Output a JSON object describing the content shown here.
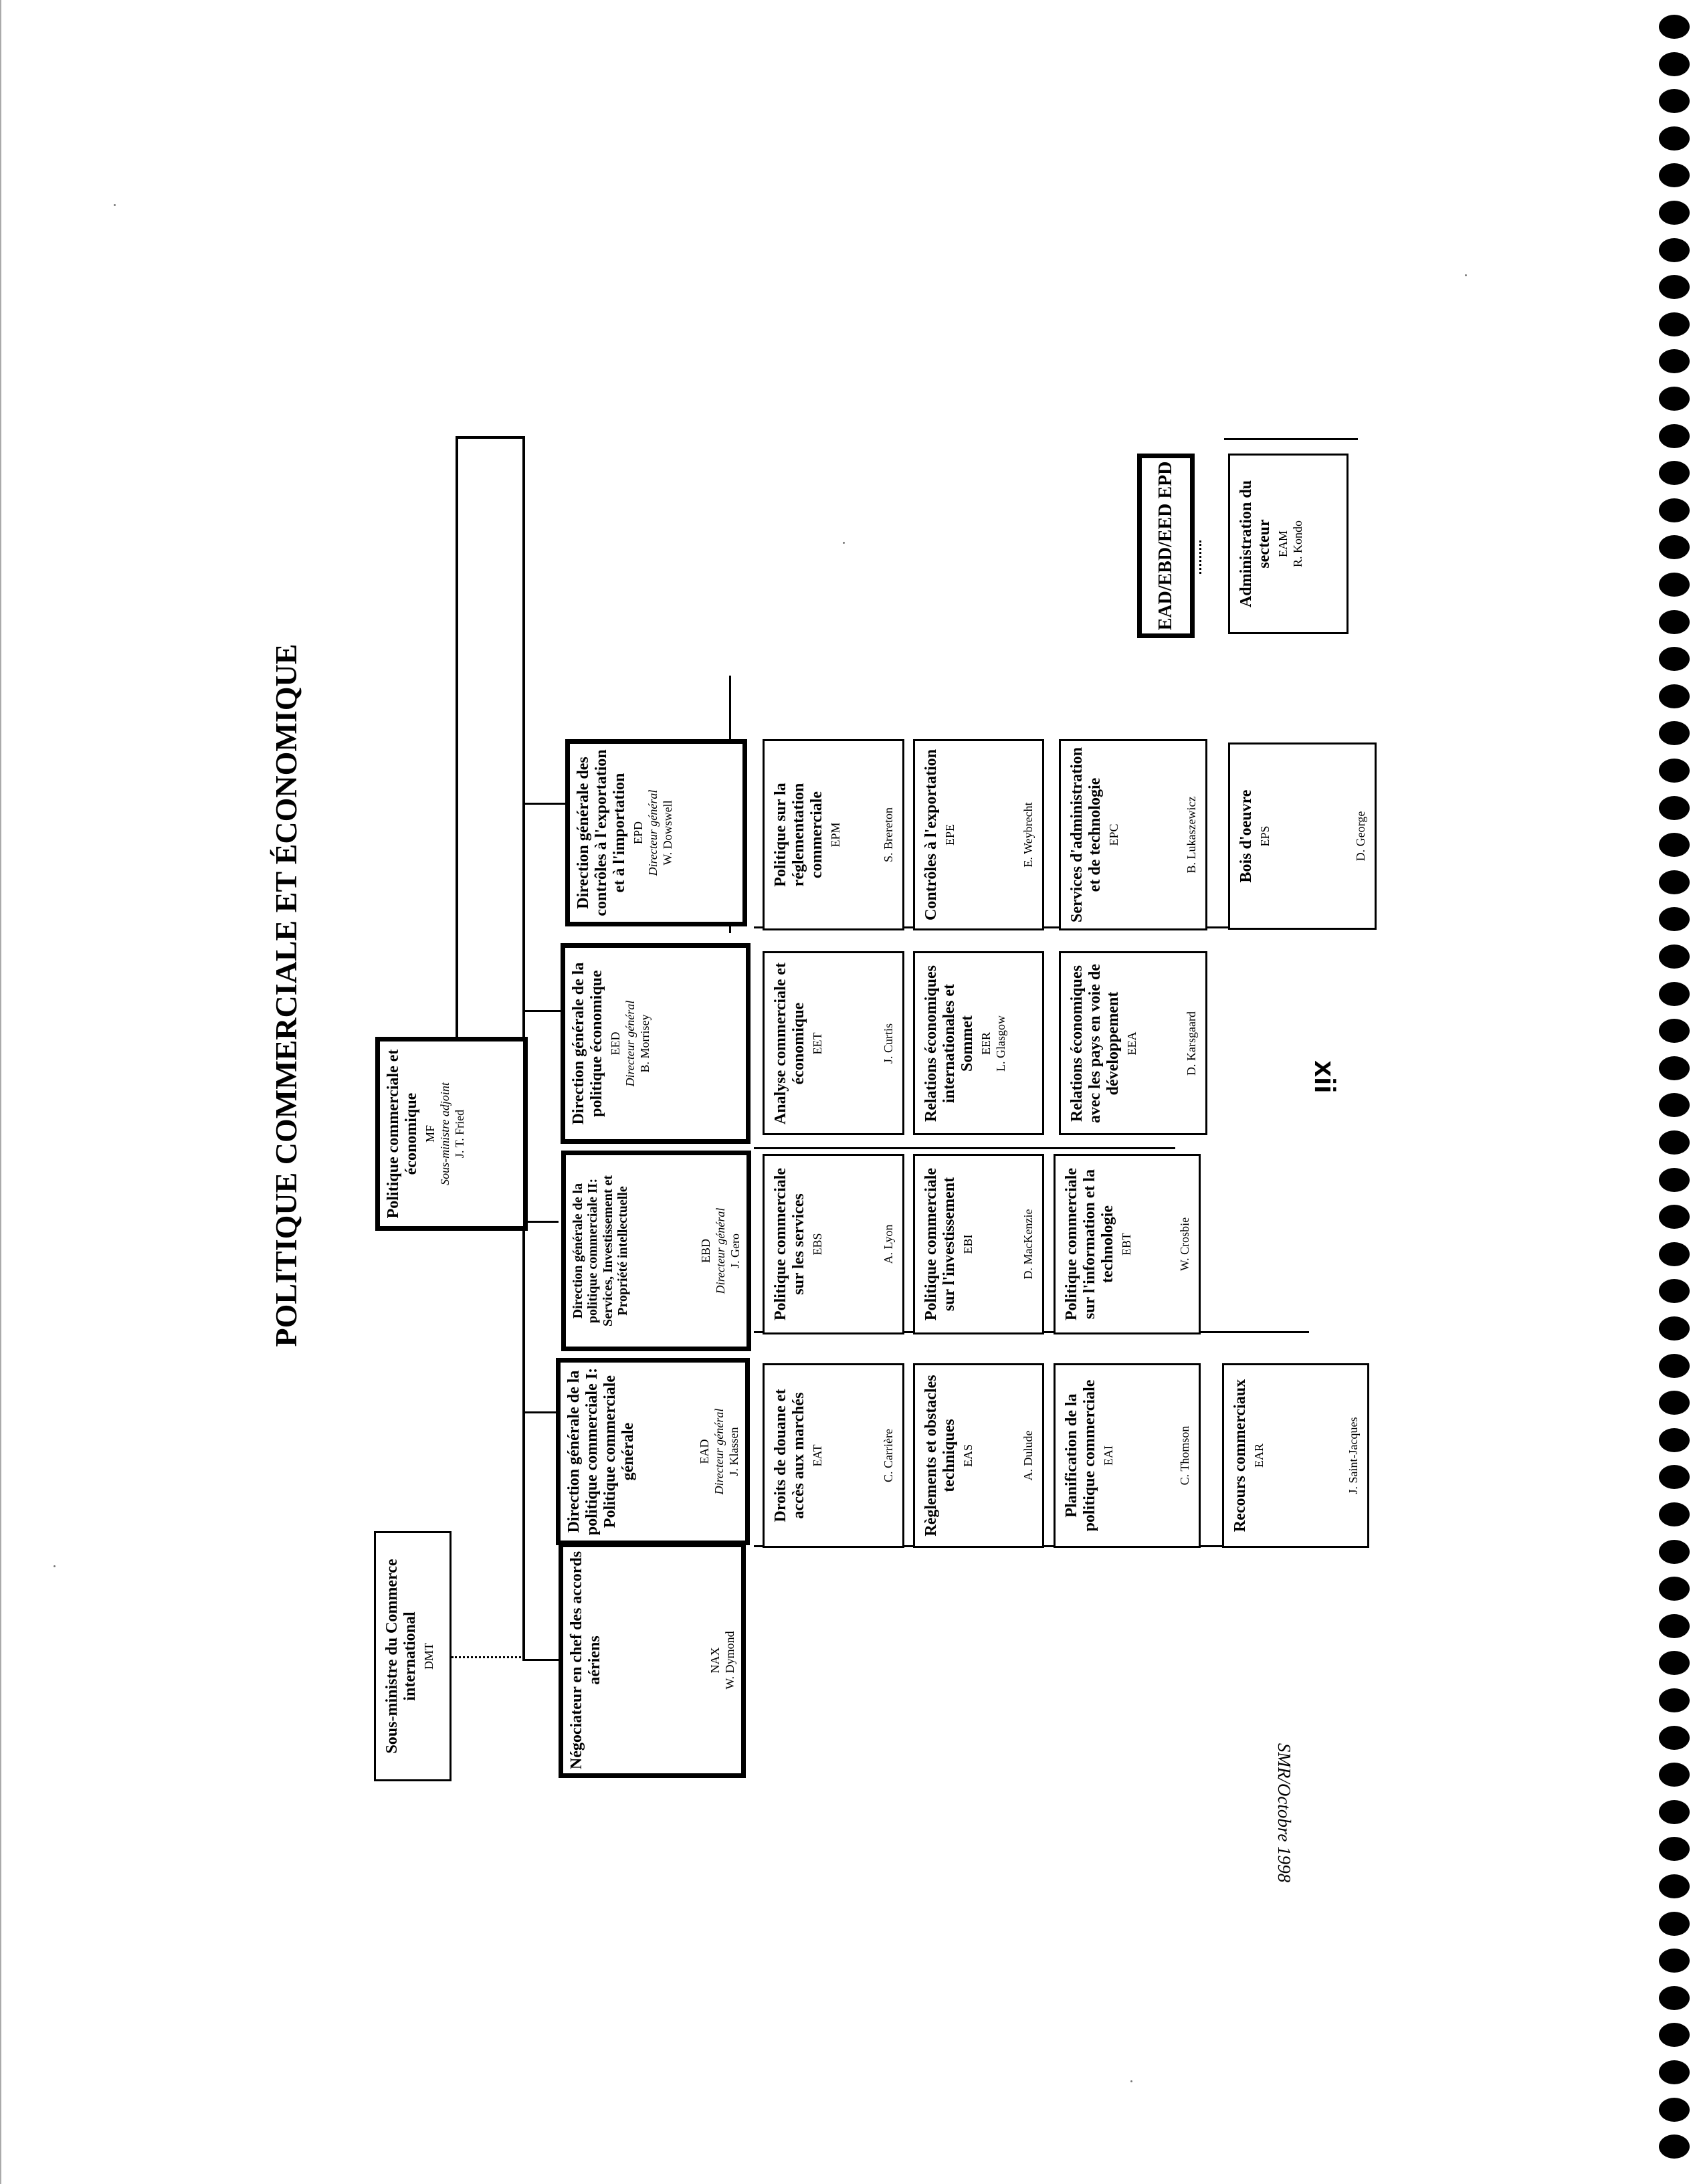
{
  "document": {
    "title": "POLITIQUE COMMERCIALE ET ÉCONOMIQUE",
    "date_footer": "SMR/Octobre 1998",
    "page_number": "xii"
  },
  "org": {
    "dmt": {
      "title": "Sous-ministre du Commerce international",
      "code": "DMT"
    },
    "mf": {
      "title": "Politique commerciale et économique",
      "code": "MF",
      "role": "Sous-ministre adjoint",
      "person": "J. T. Fried"
    },
    "nax": {
      "title": "Négociateur en chef des accords aériens",
      "code": "NAX",
      "person": "W. Dymond"
    },
    "ead": {
      "title": "Direction générale de la politique commerciale I: Politique commerciale générale",
      "code": "EAD",
      "role": "Directeur général",
      "person": "J. Klassen"
    },
    "ebd": {
      "title": "Direction générale de la politique commerciale II: Services, Investissement et Propriété intellectuelle",
      "code": "EBD",
      "role": "Directeur général",
      "person": "J. Gero"
    },
    "eed": {
      "title": "Direction générale de la politique économique",
      "code": "EED",
      "role": "Directeur général",
      "person": "B. Morrisey"
    },
    "epd": {
      "title": "Direction générale des contrôles à l'exportation et à l'importation",
      "code": "EPD",
      "role": "Directeur général",
      "person": "W. Dowswell"
    },
    "combo": {
      "title": "EAD/EBD/EED EPD"
    },
    "eam": {
      "title": "Administration du secteur",
      "code": "EAM",
      "person": "R. Kondo"
    },
    "eat": {
      "title": "Droits de douane et accès aux marchés",
      "code": "EAT",
      "person": "C. Carrière"
    },
    "eas": {
      "title": "Règlements et obstacles techniques",
      "code": "EAS",
      "person": "A. Dulude"
    },
    "eai": {
      "title": "Planification de la politique commerciale",
      "code": "EAI",
      "person": "C. Thomson"
    },
    "ear": {
      "title": "Recours commerciaux",
      "code": "EAR",
      "person": "J. Saint-Jacques"
    },
    "ebs": {
      "title": "Politique commerciale sur les services",
      "code": "EBS",
      "person": "A. Lyon"
    },
    "ebi": {
      "title": "Politique commerciale sur l'investissement",
      "code": "EBI",
      "person": "D. MacKenzie"
    },
    "ebt": {
      "title": "Politique commerciale sur l'information et la technologie",
      "code": "EBT",
      "person": "W. Crosbie"
    },
    "eet": {
      "title": "Analyse commerciale et économique",
      "code": "EET",
      "person": "J. Curtis"
    },
    "eer": {
      "title": "Relations économiques internationales et Sommet",
      "code": "EER",
      "person": "L. Glasgow"
    },
    "eea": {
      "title": "Relations économiques avec les pays en voie de développement",
      "code": "EEA",
      "person": "D. Karsgaard"
    },
    "epm": {
      "title": "Politique sur la réglementation commerciale",
      "code": "EPM",
      "person": "S. Brereton"
    },
    "epe": {
      "title": "Contrôles à l'exportation",
      "code": "EPE",
      "person": "E. Weybrecht"
    },
    "epc": {
      "title": "Services d'administration et de technologie",
      "code": "EPC",
      "person": "B. Lukaszewicz"
    },
    "eps": {
      "title": "Bois d'oeuvre",
      "code": "EPS",
      "person": "D. George"
    }
  }
}
